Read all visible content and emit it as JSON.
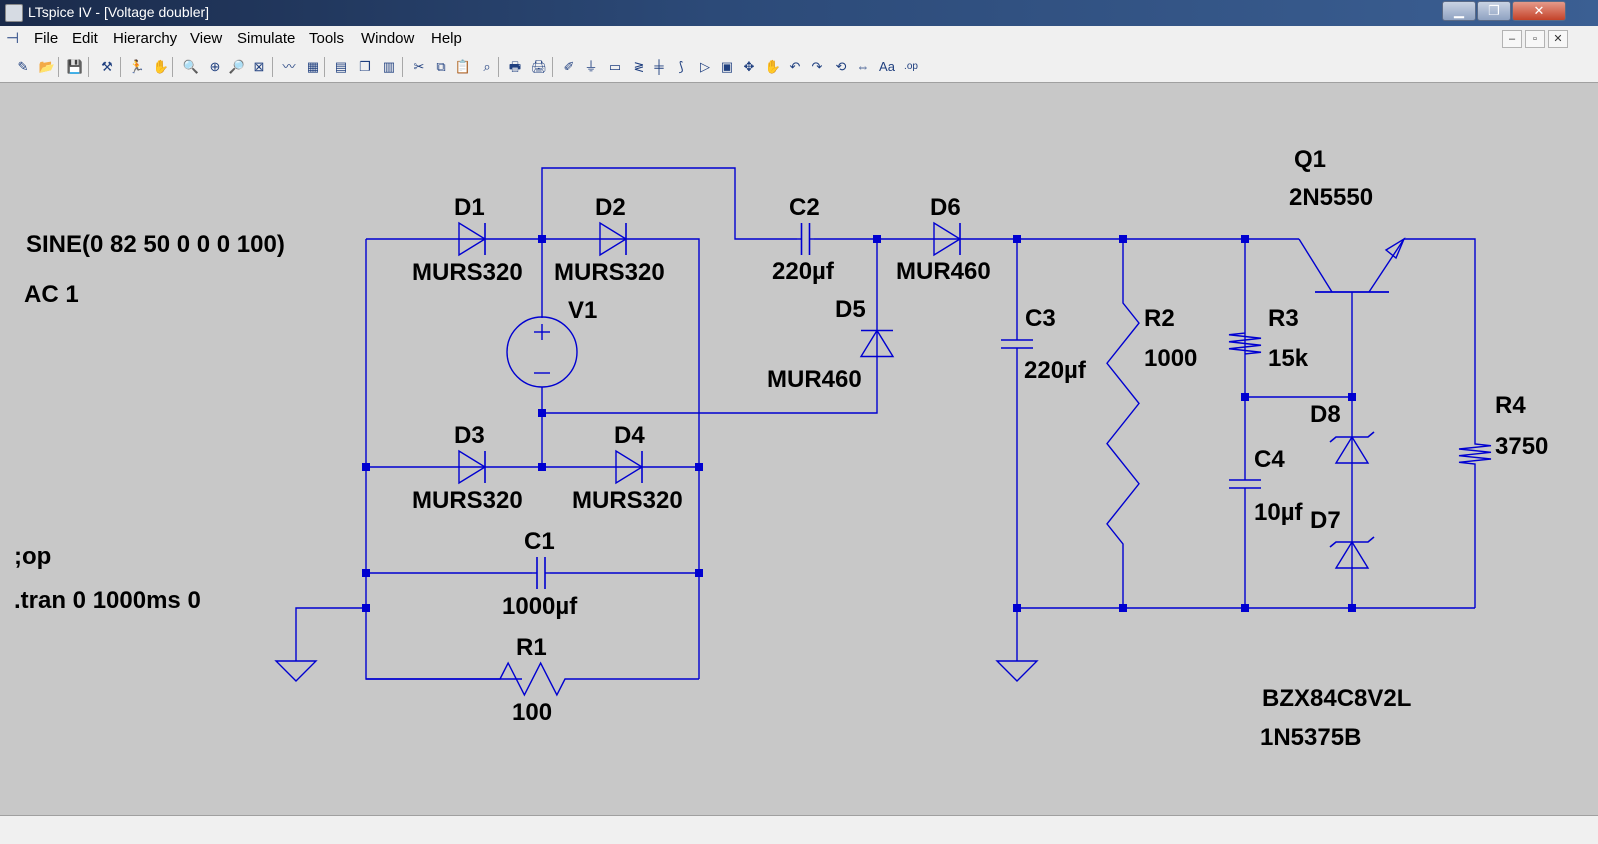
{
  "window": {
    "title": "LTspice IV - [Voltage doubler]"
  },
  "menu": [
    "File",
    "Edit",
    "Hierarchy",
    "View",
    "Simulate",
    "Tools",
    "Window",
    "Help"
  ],
  "toolbar_icons": [
    "new-schematic-icon",
    "open-icon",
    "save-icon",
    "control-panel-icon",
    "run-icon",
    "halt-icon",
    "zoom-in-icon",
    "zoom-pan-icon",
    "zoom-out-icon",
    "zoom-fit-icon",
    "autorange-icon",
    "waveform-icon",
    "tile-horizontal-icon",
    "cascade-icon",
    "tile-vertical-icon",
    "cut-icon",
    "copy-icon",
    "paste-icon",
    "find-icon",
    "print-setup-icon",
    "print-icon",
    "wire-icon",
    "ground-icon",
    "label-net-icon",
    "resistor-icon",
    "capacitor-icon",
    "inductor-icon",
    "diode-icon",
    "component-icon",
    "move-icon",
    "drag-icon",
    "undo-icon",
    "redo-icon",
    "rotate-icon",
    "mirror-icon",
    "text-icon",
    "spice-directive-icon"
  ],
  "toolbar_glyphs": [
    "✎",
    "📂",
    "💾",
    "⚒",
    "🏃",
    "✋",
    "🔍",
    "⊕",
    "🔎",
    "⊠",
    "〰",
    "▦",
    "▤",
    "❐",
    "▥",
    "✂",
    "⧉",
    "📋",
    "⌕",
    "🖶",
    "🖨",
    "✐",
    "⏚",
    "▭",
    "≷",
    "╪",
    "⟆",
    "▷",
    "▣",
    "✥",
    "✋",
    "↶",
    "↷",
    "⟲",
    "⇔",
    "Aa",
    ".op"
  ],
  "directives": {
    "source": "SINE(0 82 50 0 0 0 100)",
    "ac": "AC 1",
    "op": ";op",
    "tran": ".tran 0 1000ms 0"
  },
  "components": {
    "D1": {
      "ref": "D1",
      "value": "MURS320"
    },
    "D2": {
      "ref": "D2",
      "value": "MURS320"
    },
    "D3": {
      "ref": "D3",
      "value": "MURS320"
    },
    "D4": {
      "ref": "D4",
      "value": "MURS320"
    },
    "D5": {
      "ref": "D5",
      "value": "MUR460"
    },
    "D6": {
      "ref": "D6",
      "value": "MUR460"
    },
    "D7": {
      "ref": "D7",
      "value": "1N5375B"
    },
    "D8": {
      "ref": "D8",
      "value": "BZX84C8V2L"
    },
    "V1": {
      "ref": "V1"
    },
    "C1": {
      "ref": "C1",
      "value": "1000µf"
    },
    "C2": {
      "ref": "C2",
      "value": "220µf"
    },
    "C3": {
      "ref": "C3",
      "value": "220µf"
    },
    "C4": {
      "ref": "C4",
      "value": "10µf"
    },
    "R1": {
      "ref": "R1",
      "value": "100"
    },
    "R2": {
      "ref": "R2",
      "value": "1000"
    },
    "R3": {
      "ref": "R3",
      "value": "15k"
    },
    "R4": {
      "ref": "R4",
      "value": "3750"
    },
    "Q1": {
      "ref": "Q1",
      "value": "2N5550"
    }
  },
  "colors": {
    "wire": "#0000d0",
    "junction": "#0000d0",
    "canvas": "#c8c8c8",
    "text": "#000000"
  }
}
